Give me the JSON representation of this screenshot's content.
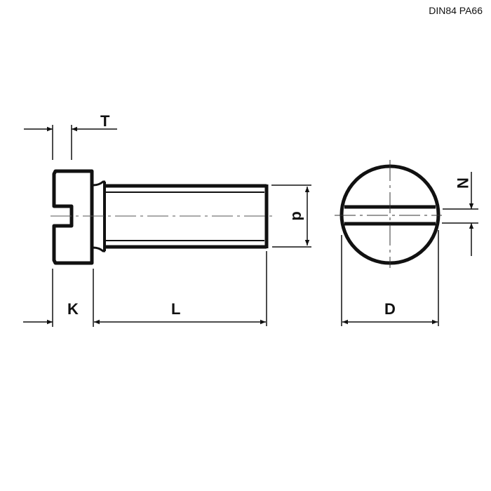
{
  "title": "DIN84 PA66",
  "drawing": {
    "subject": "slotted cheese head screw",
    "views": [
      "side-view",
      "end-view"
    ],
    "dimensions": {
      "T": "T",
      "K": "K",
      "L": "L",
      "d": "d",
      "D": "D",
      "N": "N"
    }
  },
  "colors": {
    "line": "#111111",
    "centerline": "#555555",
    "background": "#ffffff"
  }
}
